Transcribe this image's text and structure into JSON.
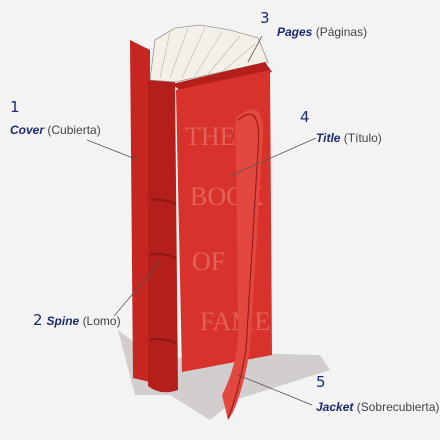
{
  "labels": [
    {
      "num": "1",
      "en": "Cover",
      "es": "(Cubierta)"
    },
    {
      "num": "2",
      "en": "Spine",
      "es": "(Lomo)"
    },
    {
      "num": "3",
      "en": "Pages",
      "es": "(Páginas)"
    },
    {
      "num": "4",
      "en": "Title",
      "es": "(Título)"
    },
    {
      "num": "5",
      "en": "Jacket",
      "es": "(Sobrecubierta)"
    }
  ],
  "book_title_lines": [
    "THE",
    "BOOK",
    "OF",
    "FAME"
  ],
  "colors": {
    "book_red": "#d8322c",
    "label_blue": "#1d2a73"
  }
}
